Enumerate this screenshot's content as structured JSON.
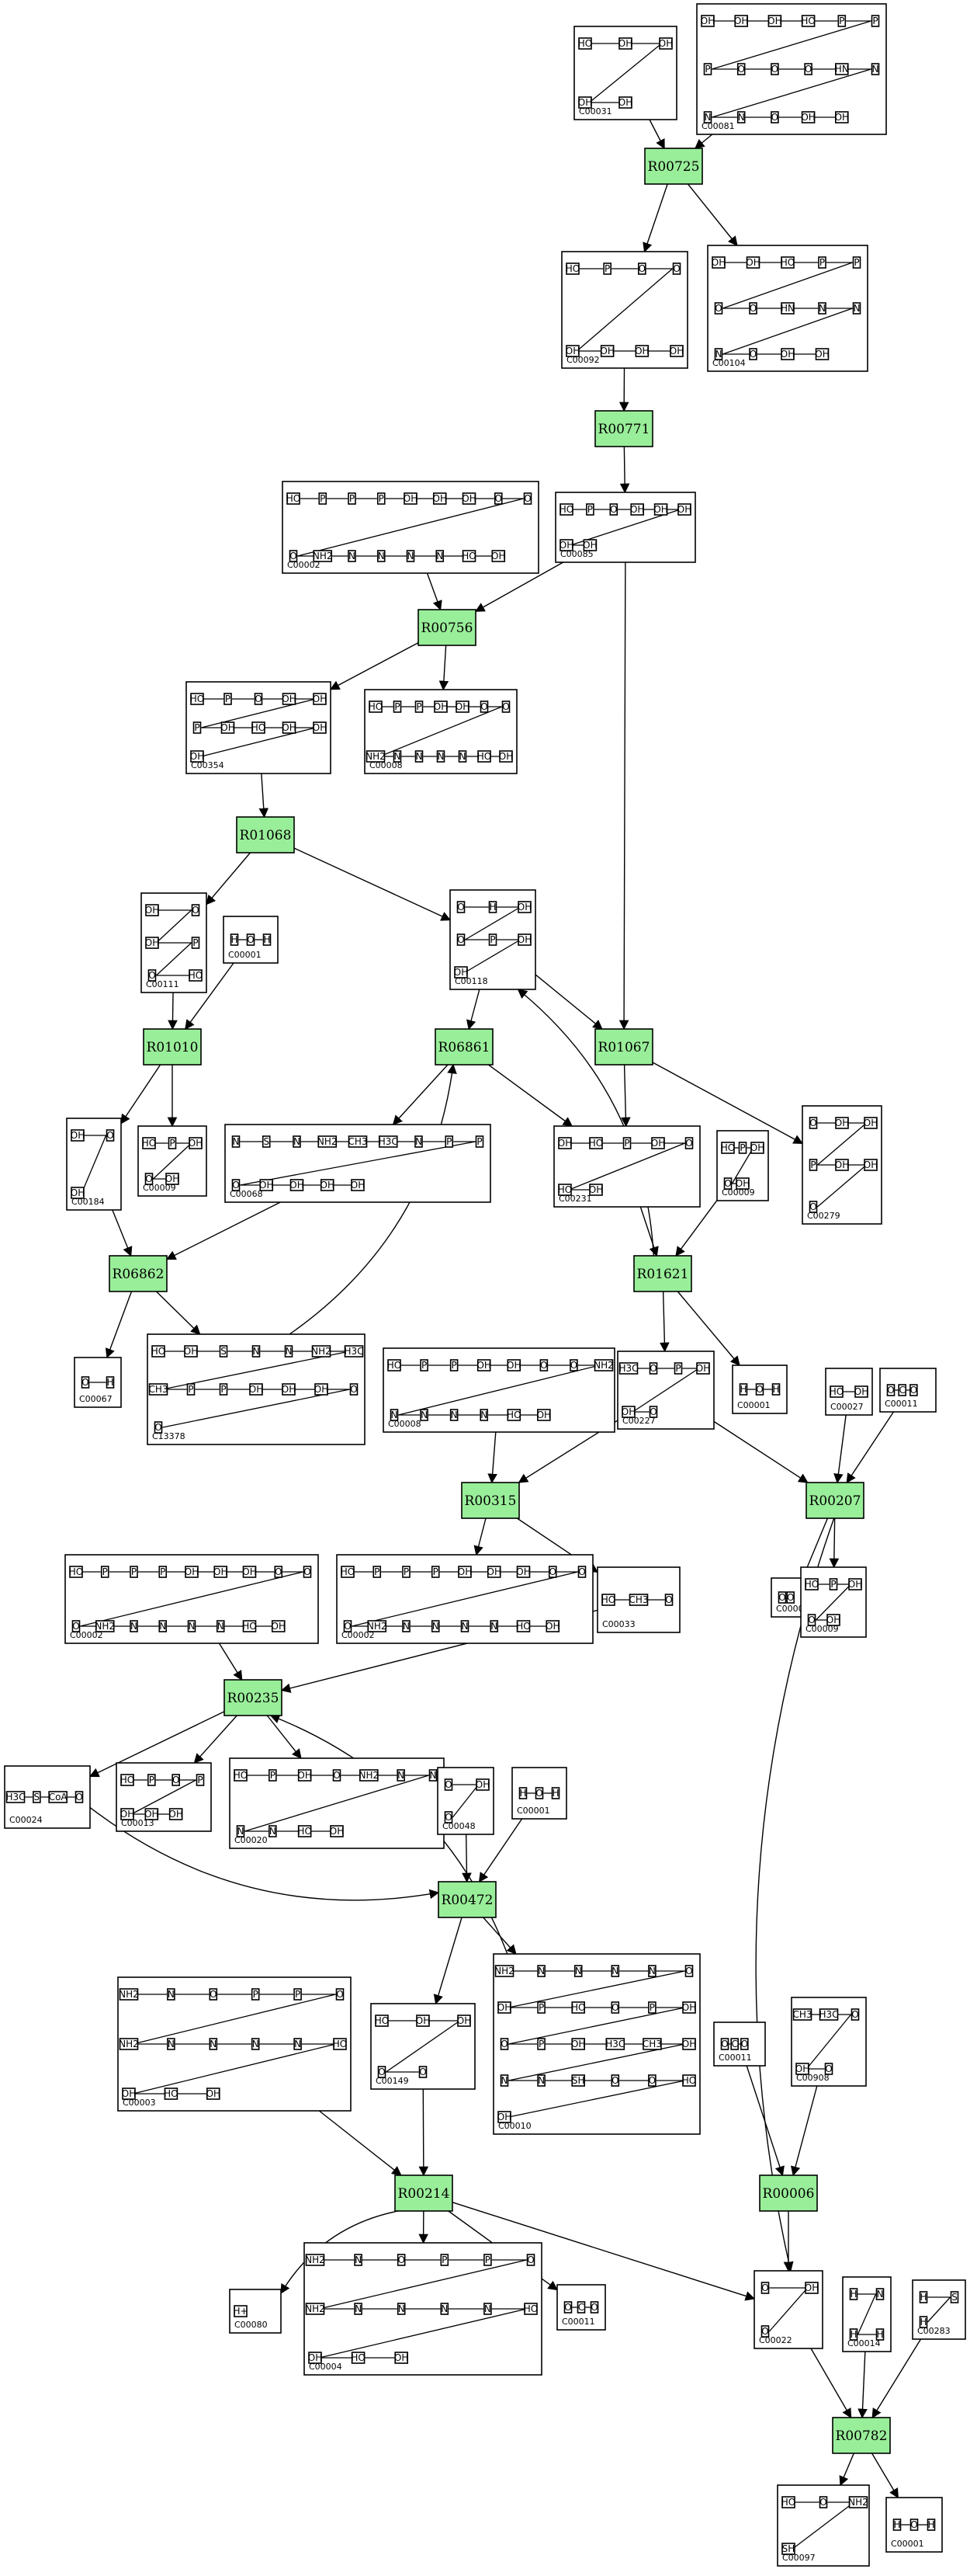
{
  "colors": {
    "reaction_fill": "#99ee99",
    "box_stroke": "#000000",
    "background": "#ffffff"
  },
  "compounds": {
    "C00031": {
      "id": "C00031",
      "atoms": [
        "HO",
        "OH",
        "OH",
        "OH",
        "OH"
      ]
    },
    "C00081": {
      "id": "C00081",
      "atoms": [
        "OH",
        "OH",
        "OH",
        "HO",
        "P",
        "P",
        "P",
        "O",
        "O",
        "O",
        "HN",
        "N",
        "N",
        "N",
        "O",
        "OH",
        "OH"
      ]
    },
    "C00092": {
      "id": "C00092",
      "atoms": [
        "HO",
        "P",
        "O",
        "O",
        "OH",
        "OH",
        "OH",
        "OH"
      ]
    },
    "C00104": {
      "id": "C00104",
      "atoms": [
        "OH",
        "OH",
        "HO",
        "P",
        "P",
        "O",
        "O",
        "HN",
        "N",
        "N",
        "N",
        "O",
        "OH",
        "OH"
      ]
    },
    "C00002": {
      "id": "C00002",
      "atoms": [
        "HO",
        "P",
        "P",
        "P",
        "OH",
        "OH",
        "OH",
        "O",
        "O",
        "O",
        "NH2",
        "N",
        "N",
        "N",
        "N",
        "HO",
        "OH"
      ]
    },
    "C00085": {
      "id": "C00085",
      "atoms": [
        "HO",
        "P",
        "O",
        "OH",
        "OH",
        "OH",
        "OH",
        "OH"
      ]
    },
    "C00354": {
      "id": "C00354",
      "atoms": [
        "HO",
        "P",
        "O",
        "OH",
        "OH",
        "P",
        "OH",
        "HO",
        "OH",
        "OH",
        "OH"
      ]
    },
    "C00008": {
      "id": "C00008",
      "atoms": [
        "HO",
        "P",
        "P",
        "OH",
        "OH",
        "O",
        "O",
        "NH2",
        "N",
        "N",
        "N",
        "N",
        "HO",
        "OH"
      ]
    },
    "C00111": {
      "id": "C00111",
      "atoms": [
        "OH",
        "O",
        "OH",
        "P",
        "O",
        "HO"
      ]
    },
    "C00001": {
      "id": "C00001",
      "atoms": [
        "H",
        "O",
        "H"
      ]
    },
    "C00118": {
      "id": "C00118",
      "atoms": [
        "O",
        "H",
        "OH",
        "O",
        "P",
        "OH",
        "OH"
      ]
    },
    "C00184": {
      "id": "C00184",
      "atoms": [
        "OH",
        "O",
        "OH"
      ]
    },
    "C00009": {
      "id": "C00009",
      "atoms": [
        "HO",
        "P",
        "OH",
        "O",
        "OH"
      ]
    },
    "C00068": {
      "id": "C00068",
      "atoms": [
        "N",
        "S",
        "N",
        "NH2",
        "CH3",
        "H3C",
        "N",
        "P",
        "P",
        "O",
        "OH",
        "OH",
        "OH",
        "OH"
      ]
    },
    "C00231": {
      "id": "C00231",
      "atoms": [
        "OH",
        "HO",
        "P",
        "OH",
        "O",
        "HO",
        "OH"
      ]
    },
    "C00279": {
      "id": "C00279",
      "atoms": [
        "O",
        "OH",
        "OH",
        "P",
        "OH",
        "OH",
        "O"
      ]
    },
    "C00067": {
      "id": "C00067",
      "atoms": [
        "O",
        "H"
      ]
    },
    "C13378": {
      "id": "C13378",
      "atoms": [
        "HO",
        "OH",
        "S",
        "N",
        "N",
        "NH2",
        "H3C",
        "CH3",
        "P",
        "P",
        "OH",
        "OH",
        "OH",
        "O",
        "O"
      ]
    },
    "C00227": {
      "id": "C00227",
      "atoms": [
        "H3C",
        "O",
        "P",
        "OH",
        "OH",
        "O"
      ]
    },
    "C00027": {
      "id": "C00027",
      "atoms": [
        "HO",
        "OH"
      ]
    },
    "C00011": {
      "id": "C00011",
      "atoms": [
        "O",
        "C",
        "O"
      ]
    },
    "C00007": {
      "id": "C00007",
      "atoms": [
        "O",
        "O"
      ]
    },
    "C00033": {
      "id": "C00033",
      "atoms": [
        "HO",
        "CH3",
        "O"
      ]
    },
    "C00024": {
      "id": "C00024",
      "atoms": [
        "H3C",
        "S",
        "CoA",
        "O"
      ]
    },
    "C00013": {
      "id": "C00013",
      "atoms": [
        "HO",
        "P",
        "O",
        "P",
        "OH",
        "OH",
        "OH"
      ]
    },
    "C00020": {
      "id": "C00020",
      "atoms": [
        "HO",
        "P",
        "OH",
        "O",
        "NH2",
        "N",
        "N",
        "N",
        "N",
        "HO",
        "OH"
      ]
    },
    "C00048": {
      "id": "C00048",
      "atoms": [
        "O",
        "OH",
        "O"
      ]
    },
    "C00003": {
      "id": "C00003",
      "atoms": [
        "NH2",
        "N",
        "O",
        "P",
        "P",
        "O",
        "NH2",
        "N",
        "N",
        "N",
        "N",
        "HO",
        "OH",
        "HO",
        "OH"
      ]
    },
    "C00149": {
      "id": "C00149",
      "atoms": [
        "HO",
        "OH",
        "OH",
        "O",
        "O"
      ]
    },
    "C00010": {
      "id": "C00010",
      "atoms": [
        "NH2",
        "N",
        "N",
        "N",
        "N",
        "O",
        "OH",
        "P",
        "HO",
        "O",
        "P",
        "OH",
        "O",
        "P",
        "OH",
        "H3C",
        "CH3",
        "OH",
        "N",
        "N",
        "SH",
        "O",
        "O",
        "HO",
        "OH"
      ]
    },
    "C00908": {
      "id": "C00908",
      "atoms": [
        "CH3",
        "H3C",
        "O",
        "OH",
        "O"
      ]
    },
    "C00080": {
      "id": "C00080",
      "atoms": [
        "H+"
      ]
    },
    "C00004": {
      "id": "C00004",
      "atoms": [
        "NH2",
        "N",
        "O",
        "P",
        "P",
        "O",
        "NH2",
        "N",
        "N",
        "N",
        "N",
        "HO",
        "OH",
        "HO",
        "OH"
      ]
    },
    "C00022": {
      "id": "C00022",
      "atoms": [
        "O",
        "OH",
        "O"
      ]
    },
    "C00014": {
      "id": "C00014",
      "atoms": [
        "H",
        "N",
        "H",
        "H"
      ]
    },
    "C00283": {
      "id": "C00283",
      "atoms": [
        "H",
        "S",
        "H"
      ]
    },
    "C00097": {
      "id": "C00097",
      "atoms": [
        "HO",
        "O",
        "NH2",
        "SH"
      ]
    }
  },
  "reactions": [
    "R00725",
    "R00771",
    "R00756",
    "R01068",
    "R01010",
    "R06861",
    "R01067",
    "R06862",
    "R01621",
    "R00315",
    "R00207",
    "R00235",
    "R00472",
    "R00214",
    "R00006",
    "R00782"
  ],
  "edges": [
    [
      "C00031",
      "R00725"
    ],
    [
      "C00081",
      "R00725"
    ],
    [
      "R00725",
      "C00092"
    ],
    [
      "R00725",
      "C00104"
    ],
    [
      "C00092",
      "R00771"
    ],
    [
      "R00771",
      "C00085"
    ],
    [
      "C00002",
      "R00756"
    ],
    [
      "C00085",
      "R00756"
    ],
    [
      "R00756",
      "C00354"
    ],
    [
      "R00756",
      "C00008"
    ],
    [
      "C00354",
      "R01068"
    ],
    [
      "R01068",
      "C00111"
    ],
    [
      "R01068",
      "C00118"
    ],
    [
      "C00111",
      "R01010"
    ],
    [
      "C00001",
      "R01010"
    ],
    [
      "R01010",
      "C00184"
    ],
    [
      "R01010",
      "C00009"
    ],
    [
      "C00118",
      "R06861"
    ],
    [
      "R06861",
      "C00068"
    ],
    [
      "R06861",
      "C00231"
    ],
    [
      "C00085",
      "R01067"
    ],
    [
      "C00118",
      "R01067"
    ],
    [
      "R01067",
      "C00231"
    ],
    [
      "R01067",
      "C00279"
    ],
    [
      "C00184",
      "R06862"
    ],
    [
      "C00068",
      "R06862"
    ],
    [
      "R06862",
      "C00067"
    ],
    [
      "R06862",
      "C13378"
    ],
    [
      "C13378",
      "R06861"
    ],
    [
      "C00231",
      "R01621"
    ],
    [
      "C00009",
      "R01621"
    ],
    [
      "R01621",
      "C00118"
    ],
    [
      "R01621",
      "C00227"
    ],
    [
      "R01621",
      "C00001"
    ],
    [
      "C00008",
      "R00315"
    ],
    [
      "C00227",
      "R00315"
    ],
    [
      "R00315",
      "C00002"
    ],
    [
      "R00315",
      "C00033"
    ],
    [
      "C00227",
      "R00207"
    ],
    [
      "C00027",
      "R00207"
    ],
    [
      "C00011",
      "R00207"
    ],
    [
      "R00207",
      "C00007"
    ],
    [
      "R00207",
      "C00009"
    ],
    [
      "R00207",
      "C00022"
    ],
    [
      "C00002",
      "R00235"
    ],
    [
      "C00033",
      "R00235"
    ],
    [
      "R00235",
      "C00024"
    ],
    [
      "R00235",
      "C00013"
    ],
    [
      "R00235",
      "C00020"
    ],
    [
      "C00010",
      "R00235"
    ],
    [
      "C00024",
      "R00472"
    ],
    [
      "C00048",
      "R00472"
    ],
    [
      "C00001",
      "R00472"
    ],
    [
      "R00472",
      "C00149"
    ],
    [
      "R00472",
      "C00010"
    ],
    [
      "C00003",
      "R00214"
    ],
    [
      "C00149",
      "R00214"
    ],
    [
      "R00214",
      "C00080"
    ],
    [
      "R00214",
      "C00004"
    ],
    [
      "R00214",
      "C00011"
    ],
    [
      "R00214",
      "C00022"
    ],
    [
      "C00011",
      "R00006"
    ],
    [
      "C00908",
      "R00006"
    ],
    [
      "R00006",
      "C00022"
    ],
    [
      "C00022",
      "R00782"
    ],
    [
      "C00014",
      "R00782"
    ],
    [
      "C00283",
      "R00782"
    ],
    [
      "R00782",
      "C00097"
    ],
    [
      "R00782",
      "C00001"
    ]
  ]
}
